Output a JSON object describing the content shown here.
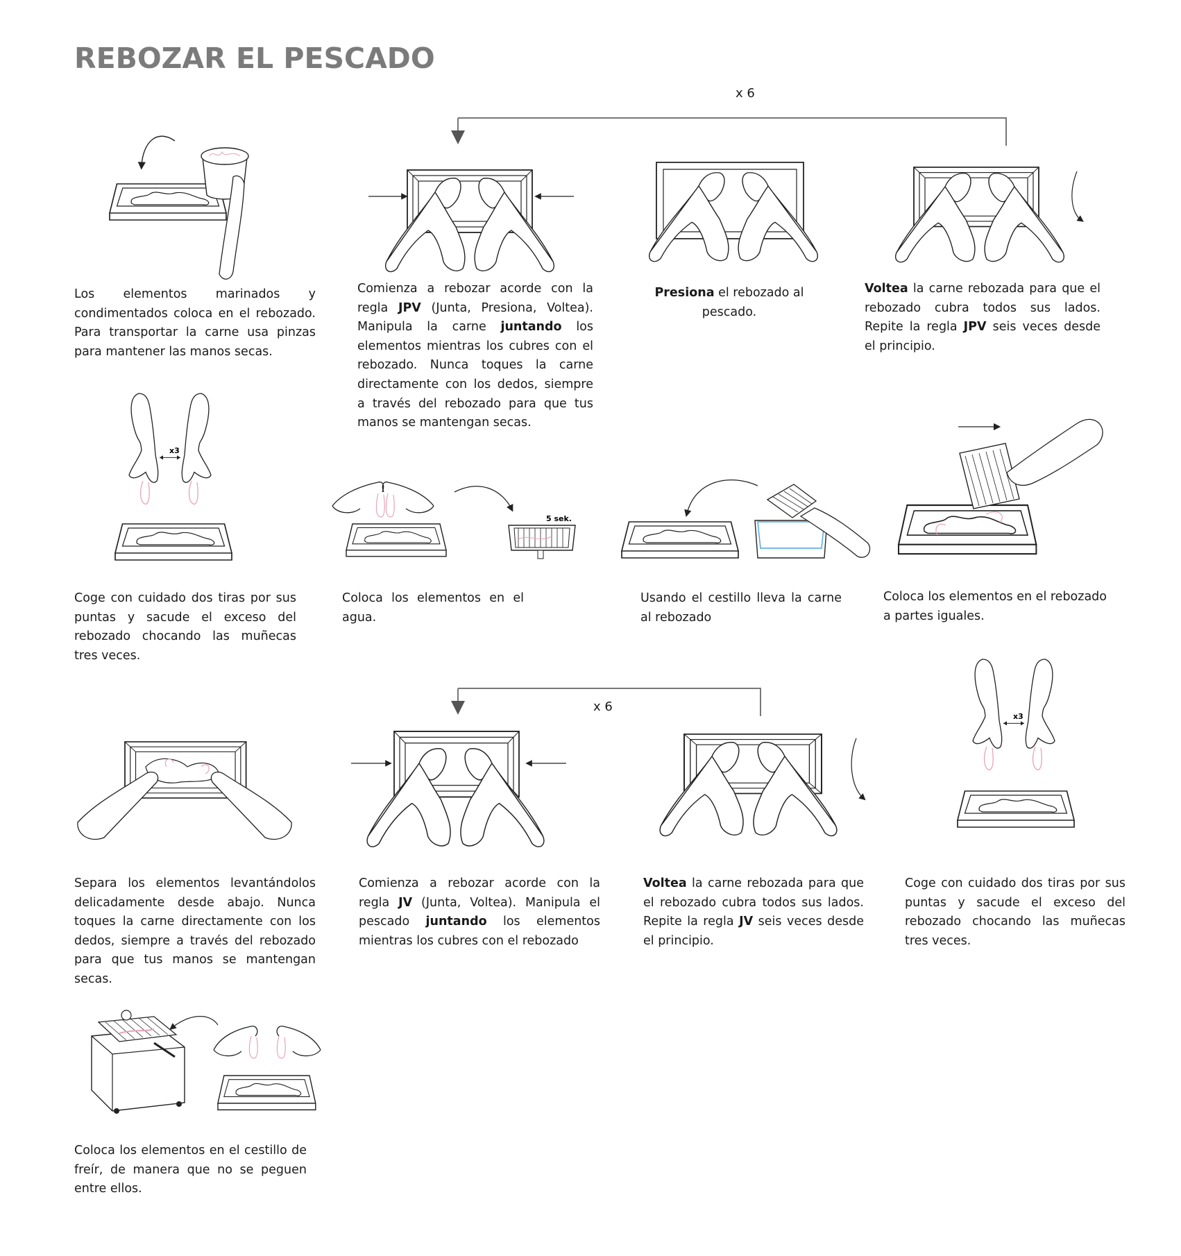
{
  "title": "REBOZAR EL PESCADO",
  "repeat_labels": {
    "top": "x 6",
    "bottom": "x 6"
  },
  "illustration_labels": {
    "x3": "x3",
    "seconds": "5 sek."
  },
  "colors": {
    "title": "#7b7b7b",
    "line": "#222222",
    "pink": "#e8a3b5",
    "blue": "#4aa3df",
    "bracket": "#777777"
  },
  "steps": [
    {
      "segments": [
        "Los elementos marinados y condimentados coloca en el rebozado. Para transportar la carne usa pinzas para mantener las manos secas."
      ]
    },
    {
      "segments": [
        "Comienza a rebozar acorde con la regla ",
        "JPV",
        " (Junta, Presiona, Voltea). Manipula la carne ",
        "juntando",
        " los elementos mientras los cubres con el rebozado. Nunca toques la carne directamente con los dedos, siempre a través del rebozado para que tus manos se mantengan secas."
      ]
    },
    {
      "segments": [
        "Presiona",
        " el rebozado al pescado."
      ]
    },
    {
      "segments": [
        "Voltea",
        " la carne rebozada para que el rebozado cubra todos sus lados. Repite la regla ",
        "JPV",
        " seis veces desde el principio."
      ]
    },
    {
      "segments": [
        "Coge con cuidado dos tiras por sus puntas y sacude el exceso del rebozado chocando las muñecas tres veces."
      ]
    },
    {
      "segments": [
        "Coloca los elementos en el agua."
      ]
    },
    {
      "segments": [
        "Usando el cestillo lleva la carne al rebozado"
      ]
    },
    {
      "segments": [
        "Coloca los elementos en el rebozado a partes iguales."
      ]
    },
    {
      "segments": [
        "Separa los elementos levantándolos delicadamente desde abajo. Nunca toques la carne directamente con los dedos, siempre a través del rebozado para que tus manos se mantengan secas."
      ]
    },
    {
      "segments": [
        "Comienza a rebozar acorde con la regla ",
        "JV",
        " (Junta, Voltea). Manipula el pescado ",
        "juntando",
        " los elementos mientras los cubres con el rebozado"
      ]
    },
    {
      "segments": [
        "Voltea",
        " la carne rebozada para que el rebozado cubra todos sus lados. Repite la regla ",
        "JV",
        " seis veces desde el principio."
      ]
    },
    {
      "segments": [
        "Coge con cuidado dos tiras por sus puntas y sacude el exceso del rebozado chocando las muñecas tres veces."
      ]
    },
    {
      "segments": [
        "Coloca los elementos en el cestillo de freír, de manera que no se peguen entre ellos."
      ]
    }
  ]
}
